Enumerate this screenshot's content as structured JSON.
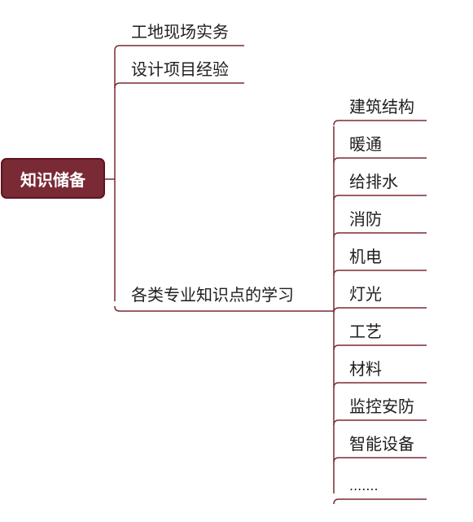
{
  "root": {
    "label": "知识储备"
  },
  "branches": [
    {
      "label": "工地现场实务"
    },
    {
      "label": "设计项目经验"
    },
    {
      "label": "各类专业知识点的学习"
    }
  ],
  "subtopics": [
    {
      "label": "建筑结构"
    },
    {
      "label": "暖通"
    },
    {
      "label": "给排水"
    },
    {
      "label": "消防"
    },
    {
      "label": "机电"
    },
    {
      "label": "灯光"
    },
    {
      "label": "工艺"
    },
    {
      "label": "材料"
    },
    {
      "label": "监控安防"
    },
    {
      "label": "智能设备"
    },
    {
      "label": "......."
    }
  ],
  "colors": {
    "line": "#7a2a35",
    "root_fill": "#7a2a35",
    "text": "#1e1e1e"
  }
}
